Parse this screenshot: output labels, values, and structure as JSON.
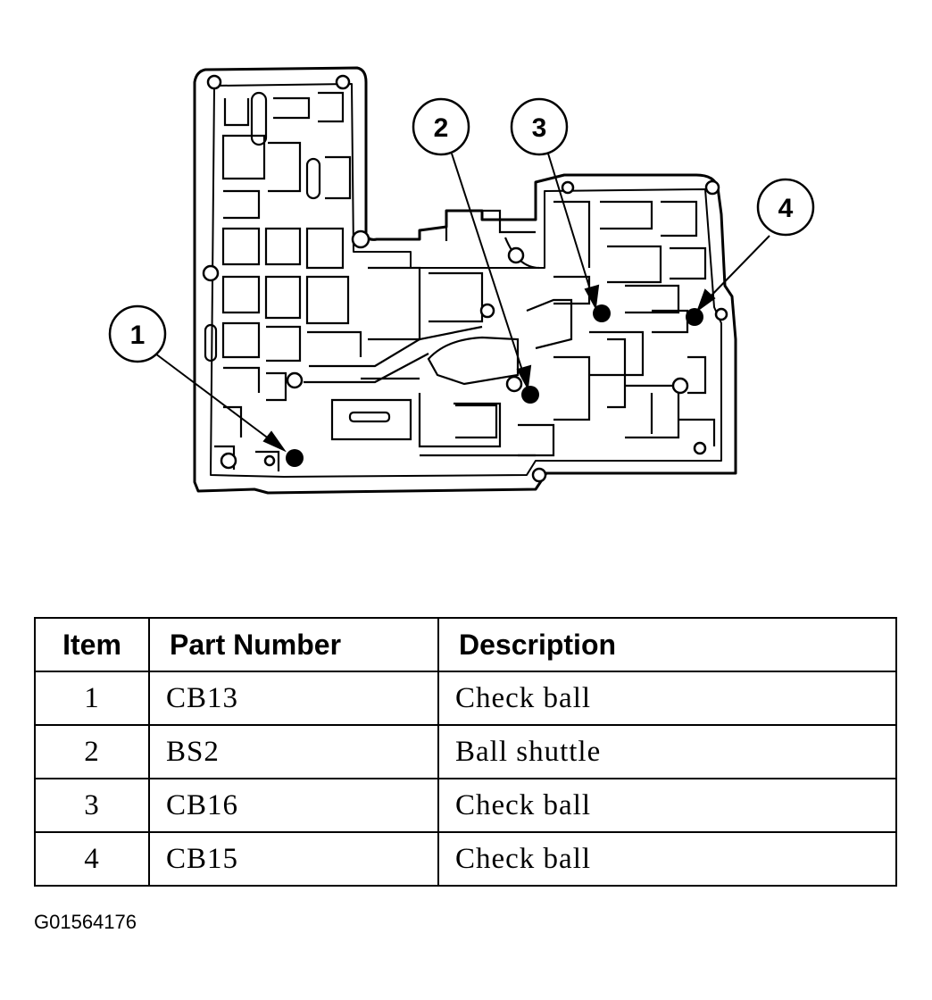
{
  "callouts": [
    {
      "number": "1",
      "item": "check-ball-cb13"
    },
    {
      "number": "2",
      "item": "ball-shuttle-bs2"
    },
    {
      "number": "3",
      "item": "check-ball-cb16"
    },
    {
      "number": "4",
      "item": "check-ball-cb15"
    }
  ],
  "table": {
    "headers": {
      "item": "Item",
      "part_number": "Part Number",
      "description": "Description"
    },
    "rows": [
      {
        "item": "1",
        "part_number": "CB13",
        "description": "Check ball"
      },
      {
        "item": "2",
        "part_number": "BS2",
        "description": "Ball shuttle"
      },
      {
        "item": "3",
        "part_number": "CB16",
        "description": "Check ball"
      },
      {
        "item": "4",
        "part_number": "CB15",
        "description": "Check ball"
      }
    ]
  },
  "figure_id": "G01564176",
  "colors": {
    "ink": "#000000",
    "paper": "#ffffff"
  }
}
